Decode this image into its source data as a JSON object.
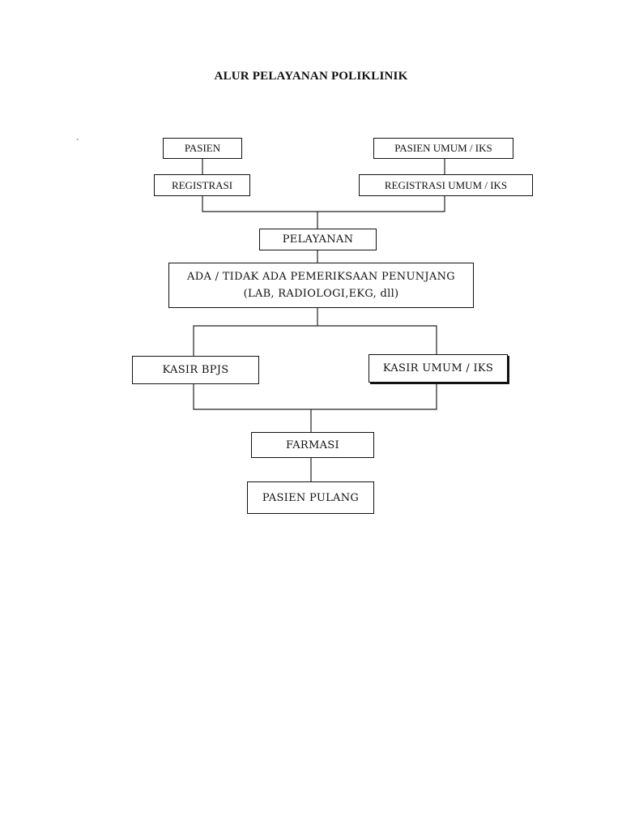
{
  "title": "ALUR PELAYANAN POLIKLINIK",
  "stray_mark": "`",
  "nodes": {
    "pasien": "PASIEN",
    "pasien_umum": "PASIEN UMUM / IKS",
    "registrasi": "REGISTRASI",
    "registrasi_umum": "REGISTRASI UMUM / IKS",
    "pelayanan": "PELAYANAN",
    "penunjang_line1": "ADA / TIDAK ADA PEMERIKSAAN PENUNJANG",
    "penunjang_line2": "(LAB, RADIOLOGI,EKG, dll)",
    "kasir_bpjs": "KASIR BPJS",
    "kasir_umum": "KASIR UMUM / IKS",
    "farmasi": "FARMASI",
    "pasien_pulang": "PASIEN PULANG"
  },
  "edges": [
    [
      "pasien",
      "registrasi"
    ],
    [
      "pasien_umum",
      "registrasi_umum"
    ],
    [
      "registrasi",
      "pelayanan"
    ],
    [
      "registrasi_umum",
      "pelayanan"
    ],
    [
      "pelayanan",
      "penunjang"
    ],
    [
      "penunjang",
      "kasir_bpjs"
    ],
    [
      "penunjang",
      "kasir_umum"
    ],
    [
      "kasir_bpjs",
      "farmasi"
    ],
    [
      "kasir_umum",
      "farmasi"
    ],
    [
      "farmasi",
      "pasien_pulang"
    ]
  ]
}
